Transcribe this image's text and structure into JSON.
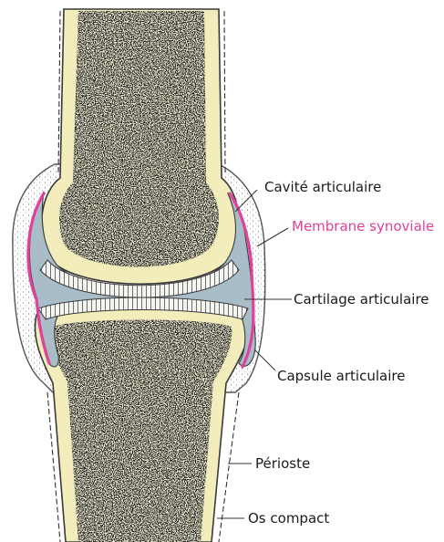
{
  "labels": {
    "cavite": "Cavité articulaire",
    "membrane": "Membrane synoviale",
    "cartilage": "Cartilage articulaire",
    "capsule": "Capsule articulaire",
    "perioste": "Périoste",
    "os_compact": "Os compact"
  },
  "colors": {
    "bone_shell": "#f3ecbb",
    "marrow_dark": "#1c1c18",
    "marrow_light": "#efe6b4",
    "synovial_fluid": "#a9bdc9",
    "synovial_membrane": "#e0419a",
    "cartilage": "#f4f4f0",
    "capsule_outline": "#555555"
  }
}
